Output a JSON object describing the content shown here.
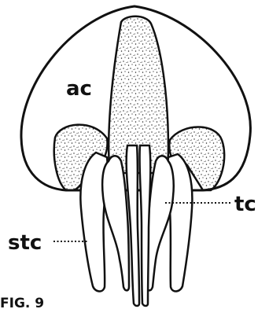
{
  "figure": {
    "caption": "FIG. 9",
    "labels": {
      "ac": "ac",
      "tc": "tc",
      "stc": "stc"
    }
  },
  "colors": {
    "ink": "#111111",
    "stipple": "#222222",
    "background": "#ffffff"
  }
}
